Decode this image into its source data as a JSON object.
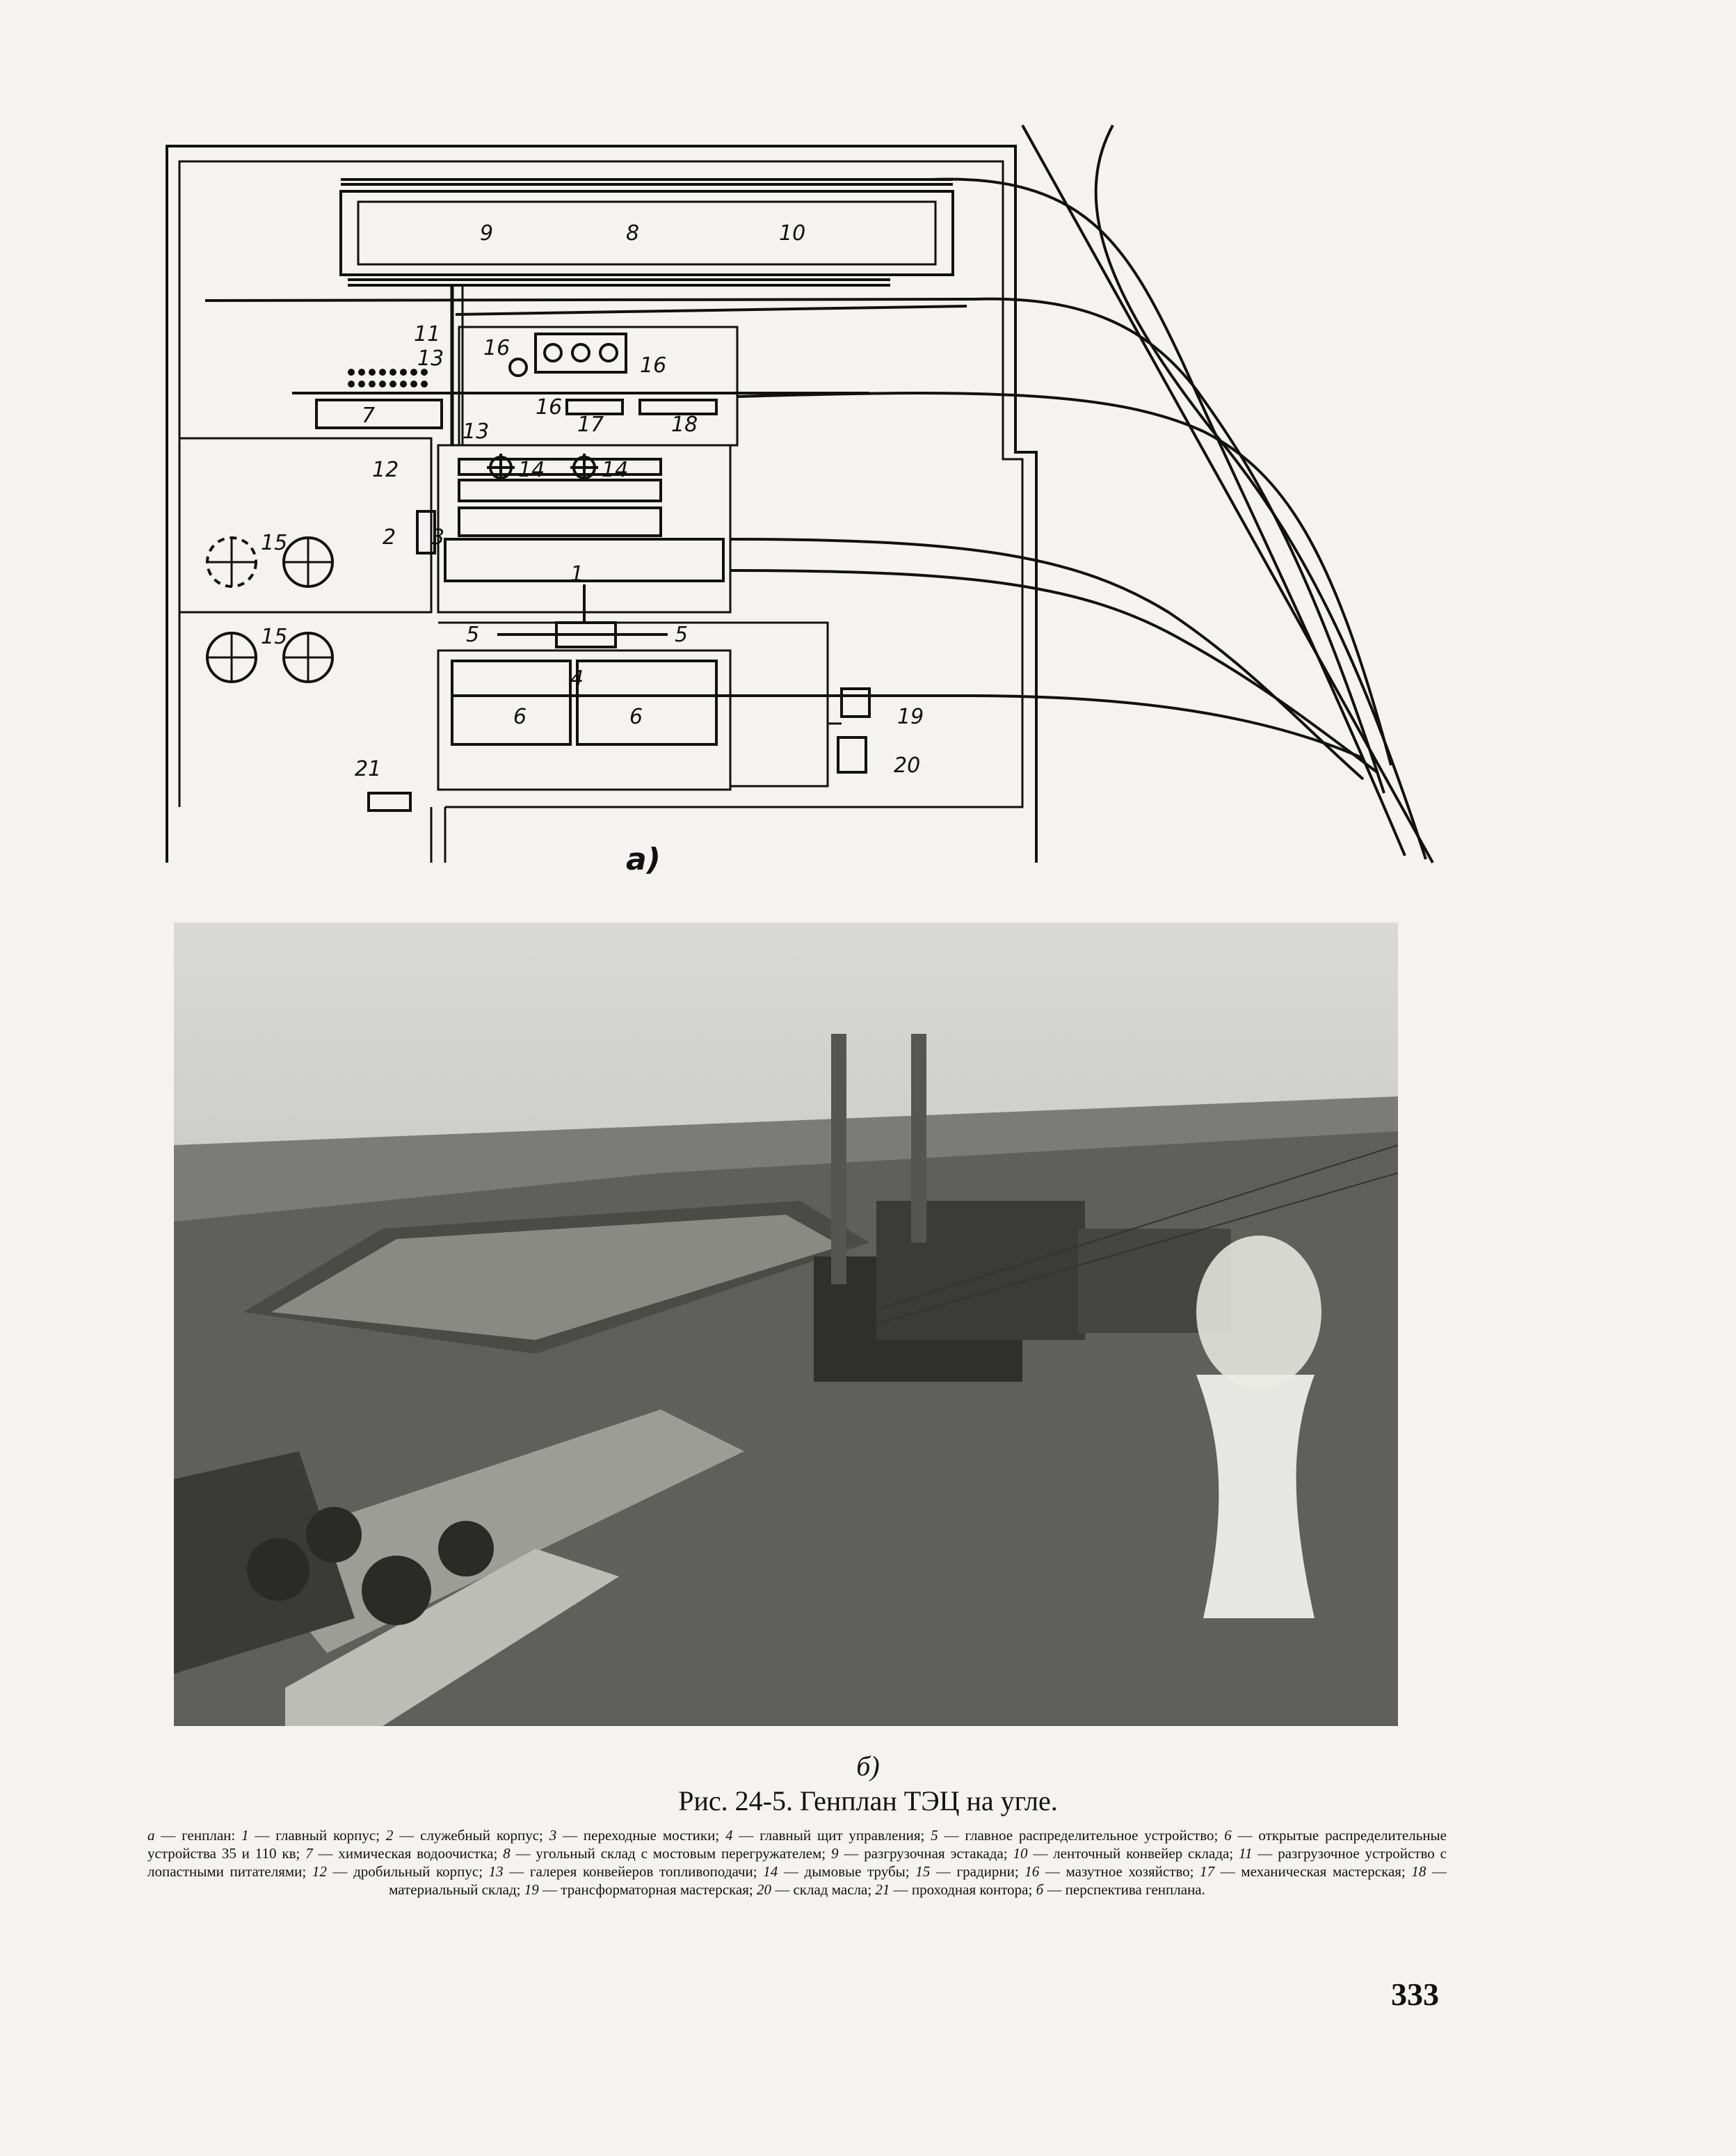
{
  "figure": {
    "panel_a_label": "а)",
    "panel_b_label": "б)",
    "title": "Рис. 24-5. Генплан ТЭЦ на угле.",
    "plan_labels": {
      "l1": "1",
      "l2": "2",
      "l3": "3",
      "l4": "4",
      "l5a": "5",
      "l5b": "5",
      "l6a": "6",
      "l6b": "6",
      "l7": "7",
      "l8": "8",
      "l9": "9",
      "l10": "10",
      "l11": "11",
      "l12": "12",
      "l13a": "13",
      "l13b": "13",
      "l14a": "14",
      "l14b": "14",
      "l15a": "15",
      "l15b": "15",
      "l16a": "16",
      "l16b": "16",
      "l16c": "16",
      "l17": "17",
      "l18": "18",
      "l19": "19",
      "l20": "20",
      "l21": "21"
    },
    "legend": [
      {
        "num": "а",
        "text": "генплан"
      },
      {
        "num": "1",
        "text": "главный корпус"
      },
      {
        "num": "2",
        "text": "служебный корпус"
      },
      {
        "num": "3",
        "text": "переходные мостики"
      },
      {
        "num": "4",
        "text": "главный щит управления"
      },
      {
        "num": "5",
        "text": "главное распределительное устройство"
      },
      {
        "num": "6",
        "text": "открытые распределительные устройства 35 и 110 кв"
      },
      {
        "num": "7",
        "text": "химическая водоочистка"
      },
      {
        "num": "8",
        "text": "угольный склад с мостовым перегружателем"
      },
      {
        "num": "9",
        "text": "разгрузочная эстакада"
      },
      {
        "num": "10",
        "text": "ленточный конвейер склада"
      },
      {
        "num": "11",
        "text": "разгрузочное устройство с лопастными питателями"
      },
      {
        "num": "12",
        "text": "дробильный корпус"
      },
      {
        "num": "13",
        "text": "галерея конвейеров топливоподачи"
      },
      {
        "num": "14",
        "text": "дымовые трубы"
      },
      {
        "num": "15",
        "text": "градирни"
      },
      {
        "num": "16",
        "text": "мазутное хозяйство"
      },
      {
        "num": "17",
        "text": "механическая мастерская"
      },
      {
        "num": "18",
        "text": "материальный склад"
      },
      {
        "num": "19",
        "text": "трансформаторная мастерская"
      },
      {
        "num": "20",
        "text": "склад масла"
      },
      {
        "num": "21",
        "text": "проходная контора"
      },
      {
        "num": "б",
        "text": "перспектива генплана"
      }
    ]
  },
  "page_number": "333"
}
